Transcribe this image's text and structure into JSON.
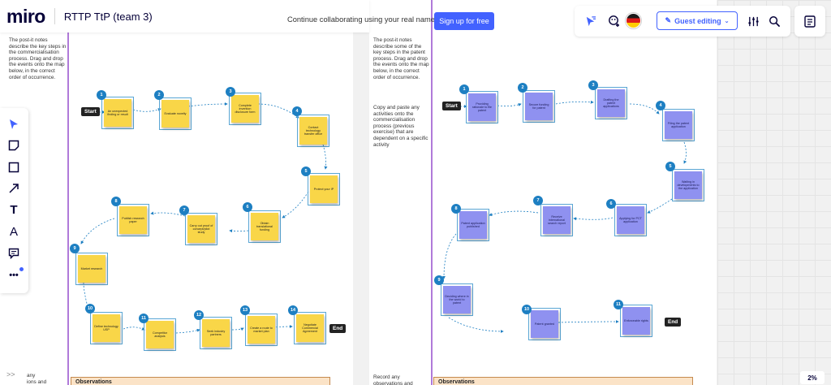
{
  "app": {
    "logo": "miro",
    "board_title": "RTTP TtP (team 3)",
    "collab_text": "Continue collaborating using your real name.",
    "signup_label": "Sign up for free",
    "guest_label": "Guest editing",
    "zoom": "2%",
    "expand_label": ">>"
  },
  "icons": {
    "reactions": "reactions-icon",
    "add_collab": "add-collaborator-icon",
    "settings": "settings-icon",
    "search": "search-icon",
    "notes": "notes-icon",
    "chevron": "chevron-down-icon",
    "pen": "pen-icon"
  },
  "toolbar": [
    {
      "name": "select-tool",
      "glyph": "➤"
    },
    {
      "name": "sticky-note-tool",
      "glyph": "▭"
    },
    {
      "name": "shape-tool",
      "glyph": "□"
    },
    {
      "name": "connection-line-tool",
      "glyph": "↗"
    },
    {
      "name": "text-tool",
      "glyph": "T"
    },
    {
      "name": "pen-tool",
      "glyph": "A"
    },
    {
      "name": "comment-tool",
      "glyph": "☰"
    },
    {
      "name": "more-tools",
      "glyph": "•••"
    }
  ],
  "colors": {
    "accent": "#4262ff",
    "yellow_note": "#f9d648",
    "blue_note": "#8f91f0",
    "step_badge": "#1d7fc2",
    "frame_edge": "#b07ad9"
  },
  "left_frame": {
    "instructions": "The post-it notes describe the key steps in the commercialisation process. Drag and drop the events onto the map below, in the correct order of occurrence.",
    "bottom_text": "any\nions and",
    "observations": "Observations",
    "start": "Start",
    "end": "End",
    "steps": [
      {
        "n": "1",
        "text": "An unexpected finding or result"
      },
      {
        "n": "2",
        "text": "Evaluate novelty"
      },
      {
        "n": "3",
        "text": "Complete invention disclosure form"
      },
      {
        "n": "4",
        "text": "Contact technology transfer office"
      },
      {
        "n": "5",
        "text": "Protect your IP"
      },
      {
        "n": "6",
        "text": "Obtain translational funding"
      },
      {
        "n": "7",
        "text": "Carry out proof of concept/pilot study"
      },
      {
        "n": "8",
        "text": "Publish research paper"
      },
      {
        "n": "9",
        "text": "Market research"
      },
      {
        "n": "10",
        "text": "Define technology USP"
      },
      {
        "n": "11",
        "text": "Competitor analysis"
      },
      {
        "n": "12",
        "text": "Seek industry partners"
      },
      {
        "n": "13",
        "text": "Create a route to market plan"
      },
      {
        "n": "14",
        "text": "Negotiate Commercial Agreement"
      }
    ]
  },
  "right_frame": {
    "instructions": "The post-it notes describe some of the key steps in the patent process. Drag and drop the events onto the map below, in the correct order of occurrence.",
    "instructions2": "Copy and paste any activities onto the commercialisation process (previous exercise) that are dependent on a specific activity",
    "bottom_text": "Record any observations and",
    "observations": "Observations",
    "start": "Start",
    "end": "End",
    "steps": [
      {
        "n": "1",
        "text": "Providing rationale to file patent"
      },
      {
        "n": "2",
        "text": "Secure funding for patent"
      },
      {
        "n": "3",
        "text": "Drafting the patent applications"
      },
      {
        "n": "4",
        "text": "Filing the patent application"
      },
      {
        "n": "5",
        "text": "Waiting in developments to the application"
      },
      {
        "n": "6",
        "text": "Applying for PCT application"
      },
      {
        "n": "7",
        "text": "Receive international search report"
      },
      {
        "n": "8",
        "text": "Patent application published"
      },
      {
        "n": "9",
        "text": "Deciding where in the world to patent"
      },
      {
        "n": "10",
        "text": "Patent granted"
      },
      {
        "n": "11",
        "text": "Enforceable rights"
      }
    ]
  }
}
